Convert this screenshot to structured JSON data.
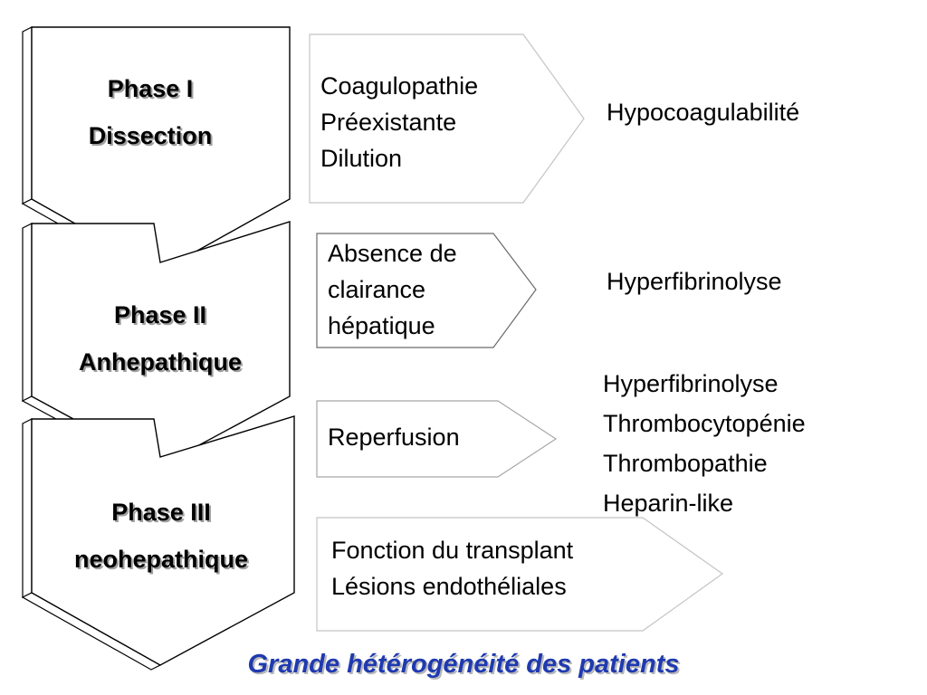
{
  "phases": [
    {
      "line1": "Phase I",
      "line2": "Dissection"
    },
    {
      "line1": "Phase II",
      "line2": "Anhepathique"
    },
    {
      "line1": "Phase III",
      "line2": "neohepathique"
    }
  ],
  "causes": [
    {
      "lines": [
        "Coagulopathie",
        "Préexistante",
        "Dilution"
      ]
    },
    {
      "lines": [
        "Absence de",
        "clairance",
        "hépatique"
      ]
    },
    {
      "lines": [
        "Reperfusion"
      ]
    },
    {
      "lines": [
        "Fonction du transplant",
        "Lésions endothéliales"
      ]
    }
  ],
  "effects": [
    {
      "lines": [
        "Hypocoagulabilité"
      ]
    },
    {
      "lines": [
        "Hyperfibrinolyse"
      ]
    },
    {
      "lines": [
        "Hyperfibrinolyse",
        "Thrombocytopénie",
        "Thrombopathie",
        "Heparin-like"
      ]
    }
  ],
  "footer": {
    "note": "Grande hétérogénéité des patients",
    "color": "#1f3ab0"
  },
  "colors": {
    "chevron_fill": "#ffffff",
    "chevron_stroke": "#000000",
    "arrow_stroke": "#bfbfbf"
  }
}
